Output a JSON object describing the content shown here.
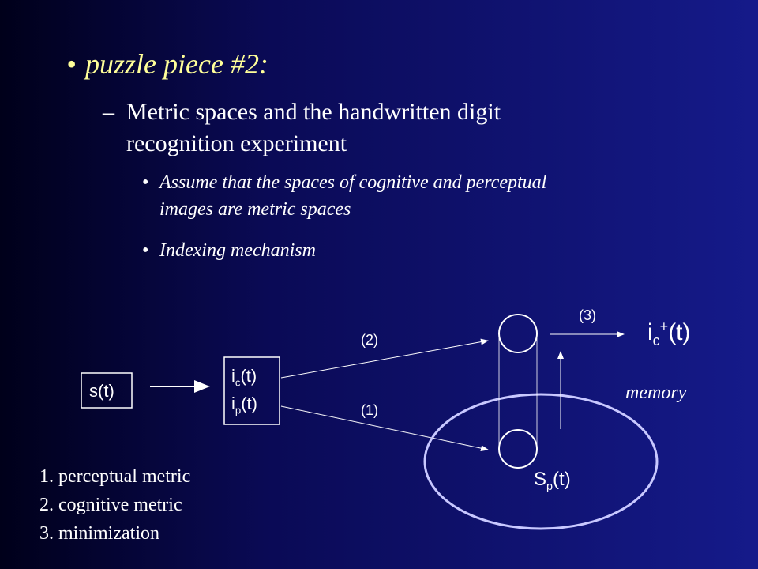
{
  "bullet": {
    "marker": "•",
    "title": "puzzle piece #2:"
  },
  "sub": {
    "marker": "–",
    "line1": "Metric spaces and the handwritten digit",
    "line2": "recognition experiment"
  },
  "points": [
    {
      "marker": "•",
      "line1": "Assume that the spaces of cognitive and perceptual",
      "line2": "images are metric spaces"
    },
    {
      "marker": "•",
      "line1": "Indexing mechanism"
    }
  ],
  "diagram": {
    "signal": "s(t)",
    "image_c_base": "i",
    "image_c_sub": "c",
    "image_p_base": "i",
    "image_p_sub": "p",
    "arg": "(t)",
    "step1": "(1)",
    "step2": "(2)",
    "step3": "(3)",
    "result_base": "i",
    "result_sub": "c",
    "result_sup": "+",
    "memory": "memory",
    "set_base": "S",
    "set_sub": "p"
  },
  "metrics": [
    "1. perceptual metric",
    "2. cognitive metric",
    "3. minimization"
  ]
}
